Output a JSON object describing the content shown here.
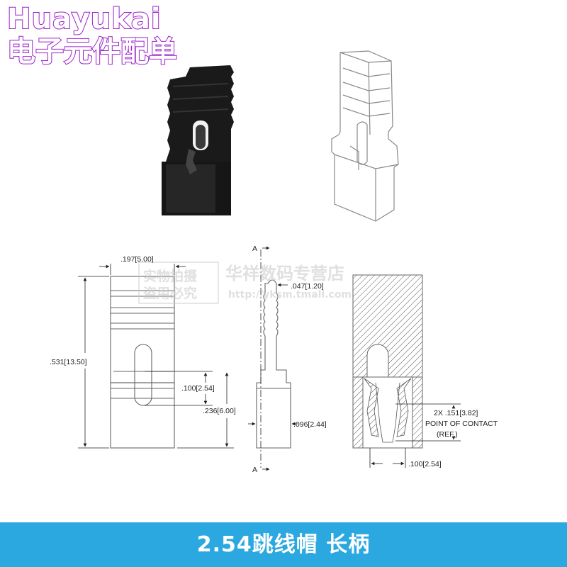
{
  "brand": {
    "line1": "Huayukai",
    "line2": "电子元件配单"
  },
  "dimensions": {
    "width_top": ".197[5.00]",
    "height_total": ".531[13.50]",
    "pitch": ".100[2.54]",
    "sleeve_height": ".236[6.00]",
    "tab_width": ".047[1.20]",
    "side_width": ".096[2.44]",
    "contact_line1": "2X .151[3.82]",
    "contact_line2": "POINT OF CONTACT",
    "contact_line3": "(REF.)",
    "bottom_pitch": ".100[2.54]",
    "section_a_top": "A",
    "section_a_bottom": "A"
  },
  "watermark": {
    "stamp_line1": "实物拍摄",
    "stamp_line2": "盗用必究",
    "shop": "华祥数码专营店",
    "url": "http://yksm.tmall.com"
  },
  "footer": {
    "title": "2.54跳线帽 长柄"
  },
  "colors": {
    "brand_stroke": "#9b1fc9",
    "footer_bg": "#2ba8e0",
    "part_black": "#1a1a1a"
  }
}
